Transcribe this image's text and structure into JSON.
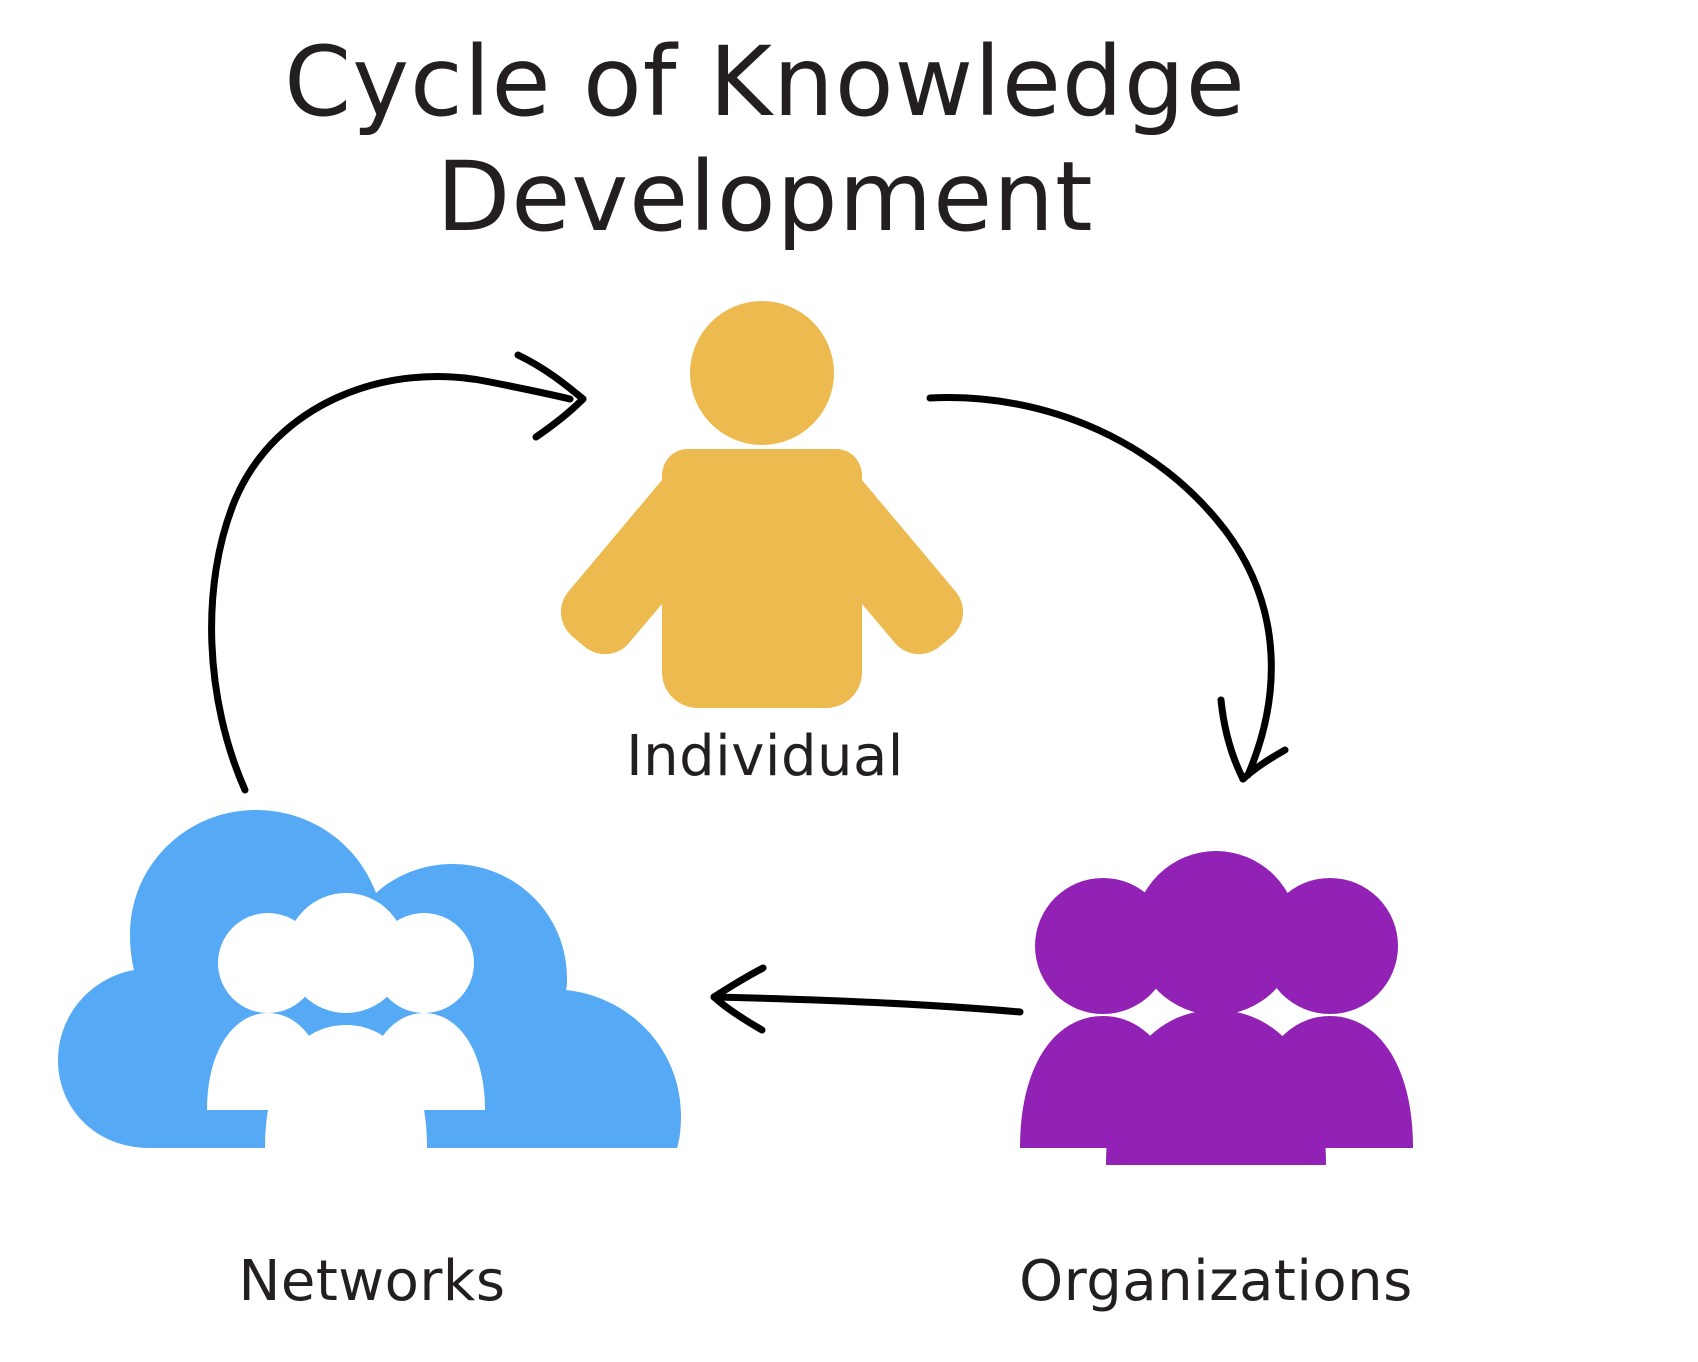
{
  "diagram": {
    "title_line1": "Cycle of Knowledge",
    "title_line2": "Development",
    "title_full": "Cycle of Knowledge Development",
    "background_color": "#FFFFFF",
    "title_color": "#231F20",
    "nodes": [
      {
        "id": "individual",
        "label": "Individual",
        "icon": "person-icon",
        "color": "#ECBA4E",
        "position": "top-center"
      },
      {
        "id": "organizations",
        "label": "Organizations",
        "icon": "people-group-icon",
        "color": "#9122B5",
        "position": "bottom-right"
      },
      {
        "id": "networks",
        "label": "Networks",
        "icon": "cloud-people-icon",
        "color": "#55A9F5",
        "accent_color": "#FFFFFF",
        "position": "bottom-left"
      }
    ],
    "arrows": [
      {
        "id": "individual-to-organizations",
        "from": "individual",
        "to": "organizations",
        "style": "hand-drawn-curve",
        "color": "#000000"
      },
      {
        "id": "organizations-to-networks",
        "from": "organizations",
        "to": "networks",
        "style": "hand-drawn-straight",
        "color": "#000000"
      },
      {
        "id": "networks-to-individual",
        "from": "networks",
        "to": "individual",
        "style": "hand-drawn-curve",
        "color": "#000000"
      }
    ]
  }
}
